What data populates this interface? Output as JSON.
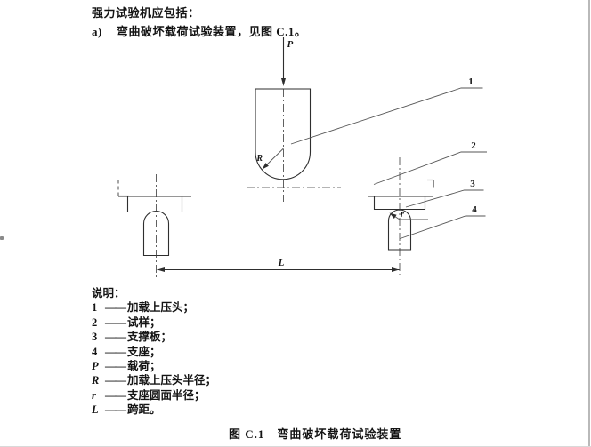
{
  "page": {
    "intro_line": "强力试验机应包括：",
    "item_a_prefix": "a)",
    "item_a_text": "弯曲破坏载荷试验装置，见图 C.1。",
    "caption": "图 C.1　弯曲破坏载荷试验装置"
  },
  "figure": {
    "labels": {
      "P": "P",
      "R": "R",
      "r": "r",
      "L": "L",
      "n1": "1",
      "n2": "2",
      "n3": "3",
      "n4": "4"
    }
  },
  "legend": {
    "title": "说明：",
    "items": [
      {
        "key": "1",
        "dash": "——",
        "text": "加载上压头；"
      },
      {
        "key": "2",
        "dash": "——",
        "text": "试样；"
      },
      {
        "key": "3",
        "dash": "——",
        "text": "支撑板；"
      },
      {
        "key": "4",
        "dash": "——",
        "text": "支座；"
      },
      {
        "key": "P",
        "dash": "——",
        "text": "载荷；"
      },
      {
        "key": "R",
        "dash": "——",
        "text": "加载上压头半径；"
      },
      {
        "key": "r",
        "dash": "——",
        "text": "支座圆面半径；"
      },
      {
        "key": "L",
        "dash": "——",
        "text": "跨距。"
      }
    ]
  },
  "colors": {
    "ink": "#141414",
    "line": "#2e2e2e",
    "page_edge": "#b9b9b9"
  }
}
